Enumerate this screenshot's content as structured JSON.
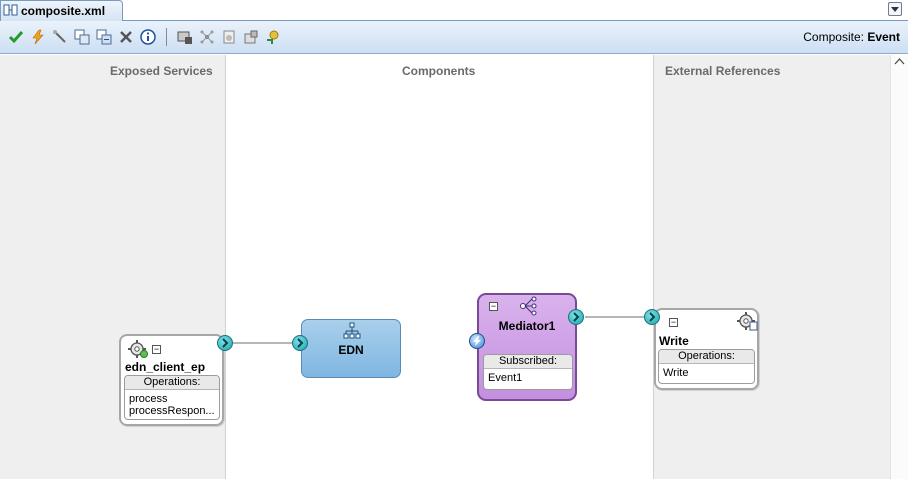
{
  "tab": {
    "title": "composite.xml"
  },
  "toolbar": {
    "buttons": [
      "validate-icon",
      "run-icon",
      "wire-icon",
      "add-icon",
      "remove-icon",
      "delete-icon",
      "info-icon",
      "db-icon",
      "network-icon",
      "doc-icon",
      "deploy-icon",
      "test-icon"
    ],
    "composite_label": "Composite:",
    "composite_name": "Event"
  },
  "swimlanes": {
    "exposed": "Exposed Services",
    "components": "Components",
    "external": "External References"
  },
  "service": {
    "name": "edn_client_ep",
    "ops_header": "Operations:",
    "ops": [
      "process",
      "processRespon..."
    ]
  },
  "edn": {
    "name": "EDN"
  },
  "mediator": {
    "name": "Mediator1",
    "sub_header": "Subscribed:",
    "events": [
      "Event1"
    ]
  },
  "reference": {
    "name": "Write",
    "ops_header": "Operations:",
    "ops": [
      "Write"
    ]
  }
}
